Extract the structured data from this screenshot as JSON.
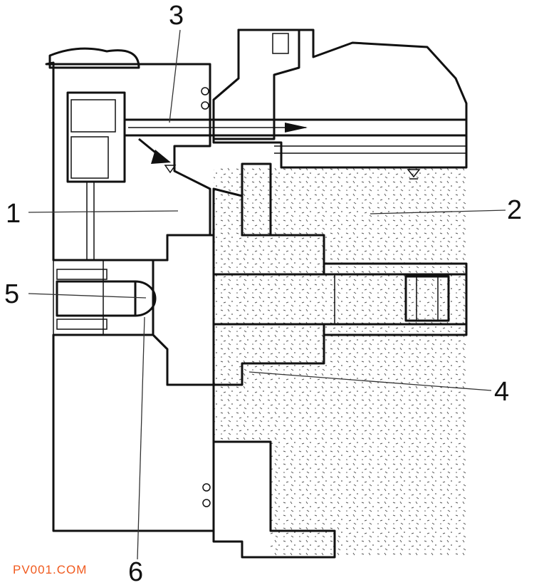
{
  "diagram": {
    "callouts": [
      {
        "id": "1",
        "label": "1"
      },
      {
        "id": "2",
        "label": "2"
      },
      {
        "id": "3",
        "label": "3"
      },
      {
        "id": "4",
        "label": "4"
      },
      {
        "id": "5",
        "label": "5"
      },
      {
        "id": "6",
        "label": "6"
      }
    ],
    "watermark": "PV001.COM"
  },
  "colors": {
    "ink": "#111111",
    "hatch": "#333333",
    "watermark": "#f05a1e",
    "background": "#ffffff"
  }
}
